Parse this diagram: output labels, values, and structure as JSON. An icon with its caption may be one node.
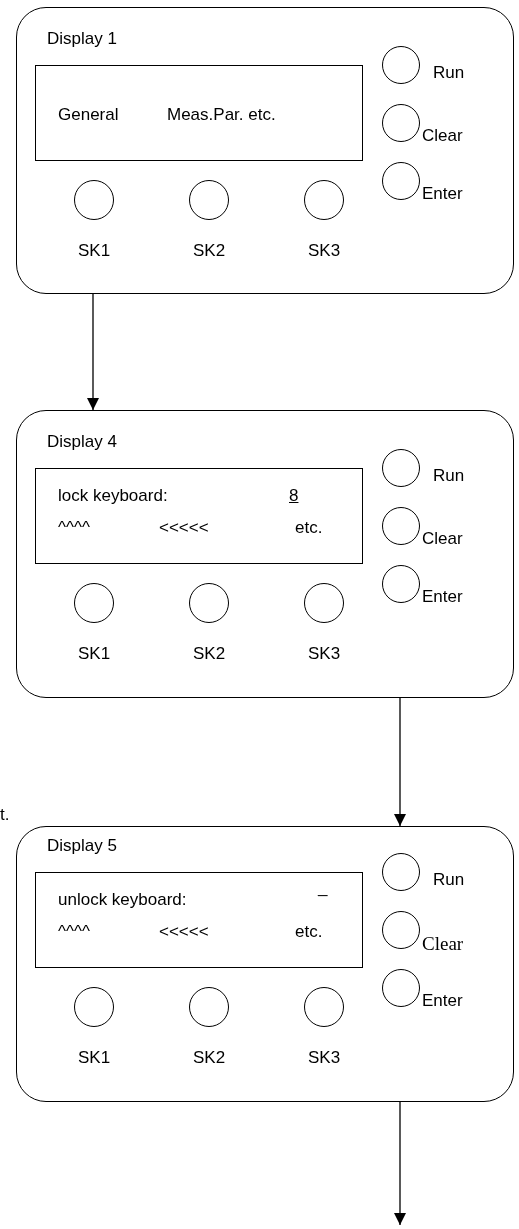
{
  "diagram": {
    "nodes": [
      {
        "text": [
          "Display 1"
        ]
      },
      {
        "text": [
          "General",
          "Meas.Par. etc."
        ],
        "in": 0
      },
      {
        "text": [],
        "shape": "circle",
        "in": 0,
        "beside": [
          "SK1"
        ]
      },
      {
        "text": [],
        "shape": "circle",
        "in": 0,
        "beside": [
          "SK2"
        ]
      },
      {
        "text": [],
        "shape": "circle",
        "in": 0,
        "beside": [
          "SK3"
        ]
      },
      {
        "text": [],
        "shape": "circle",
        "in": 0,
        "beside": [
          "Run"
        ]
      },
      {
        "text": [],
        "shape": "circle",
        "in": 0,
        "beside": [
          "Clear"
        ]
      },
      {
        "text": [],
        "shape": "circle",
        "in": 0,
        "beside": [
          "Enter"
        ]
      },
      {
        "text": [
          "Display 4"
        ]
      },
      {
        "text": [
          "lock keyboard:",
          "8",
          "^^^^",
          "<<<<<",
          "etc."
        ],
        "in": 8
      },
      {
        "text": [],
        "shape": "circle",
        "in": 8,
        "beside": [
          "SK1"
        ]
      },
      {
        "text": [],
        "shape": "circle",
        "in": 8,
        "beside": [
          "SK2"
        ]
      },
      {
        "text": [],
        "shape": "circle",
        "in": 8,
        "beside": [
          "SK3"
        ]
      },
      {
        "text": [],
        "shape": "circle",
        "in": 8,
        "beside": [
          "Run"
        ]
      },
      {
        "text": [],
        "shape": "circle",
        "in": 8,
        "beside": [
          "Clear"
        ]
      },
      {
        "text": [],
        "shape": "circle",
        "in": 8,
        "beside": [
          "Enter"
        ]
      },
      {
        "text": [
          "Display 5"
        ]
      },
      {
        "text": [
          "unlock keyboard:",
          "_",
          "^^^^",
          "<<<<<",
          "etc."
        ],
        "in": 16
      },
      {
        "text": [],
        "shape": "circle",
        "in": 16,
        "beside": [
          "SK1"
        ]
      },
      {
        "text": [],
        "shape": "circle",
        "in": 16,
        "beside": [
          "SK2"
        ]
      },
      {
        "text": [],
        "shape": "circle",
        "in": 16,
        "beside": [
          "SK3"
        ]
      },
      {
        "text": [],
        "shape": "circle",
        "in": 16,
        "beside": [
          "Run"
        ]
      },
      {
        "text": [],
        "shape": "circle",
        "in": 16,
        "beside": [
          "Clear"
        ]
      },
      {
        "text": [],
        "shape": "circle",
        "in": 16,
        "beside": [
          "Enter"
        ]
      }
    ],
    "edges": [
      {
        "from": 0,
        "to": 8,
        "arrow": "to"
      },
      {
        "from": 8,
        "to": 16,
        "arrow": "to"
      },
      {
        "from": 16,
        "to": null,
        "arrow": "to"
      }
    ],
    "labels": [
      "t."
    ]
  }
}
